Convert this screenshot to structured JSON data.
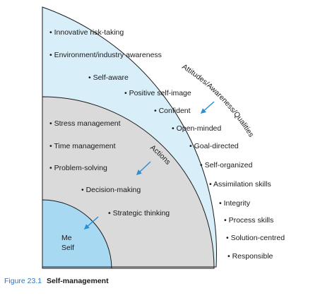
{
  "colors": {
    "outer": "#d8eef9",
    "middle": "#dadada",
    "inner": "#a8d9f3",
    "stroke": "#1a1a1a",
    "arrow": "#2b8fd1",
    "figure_number": "#2b76c4"
  },
  "outer_ring": {
    "title": "Attitudes/Awareness/Qualities",
    "items": [
      "Innovative risk-taking",
      "Environment/industry awareness",
      "Self-aware",
      "Positive self-image",
      "Confident",
      "Open-minded",
      "Goal-directed",
      "Self-organized",
      "Assimilation skills",
      "Integrity",
      "Process skills",
      "Solution-centred",
      "Responsible"
    ]
  },
  "middle_ring": {
    "title": "Actions",
    "items": [
      "Stress management",
      "Time management",
      "Problem-solving",
      "Decision-making",
      "Strategic thinking"
    ]
  },
  "core": {
    "line1": "Me",
    "line2": "Self"
  },
  "caption": {
    "number": "Figure 23.1",
    "title": "Self-management"
  }
}
